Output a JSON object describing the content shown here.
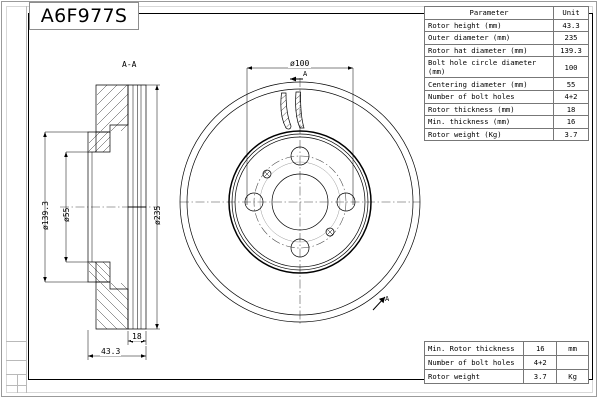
{
  "drawing": {
    "part_number": "A6F977S",
    "section_label": "A-A",
    "section_mark_top": "A",
    "section_mark_bottom": "A"
  },
  "section_view_labels": {
    "hat_diameter": "ø139.3",
    "centering_diameter": "ø55",
    "outer_diameter": "ø235",
    "thickness": "18",
    "height": "43.3"
  },
  "face_view_labels": {
    "bolt_circle_diameter": "ø100"
  },
  "param_table": {
    "header": {
      "name": "Parameter",
      "unit": "Unit"
    },
    "rows": [
      {
        "name": "Rotor height (mm)",
        "value": "43.3"
      },
      {
        "name": "Outer diameter (mm)",
        "value": "235"
      },
      {
        "name": "Rotor hat diameter (mm)",
        "value": "139.3"
      },
      {
        "name": "Bolt hole circle diameter (mm)",
        "value": "100"
      },
      {
        "name": "Centering diameter (mm)",
        "value": "55"
      },
      {
        "name": "Number of bolt holes",
        "value": "4+2"
      },
      {
        "name": "Rotor thickness (mm)",
        "value": "18"
      },
      {
        "name": "Min. thickness (mm)",
        "value": "16"
      },
      {
        "name": "Rotor weight (Kg)",
        "value": "3.7"
      }
    ]
  },
  "bottom_table": {
    "rows": [
      {
        "name": "Min. Rotor thickness",
        "value": "16",
        "unit": "mm"
      },
      {
        "name": "Number of bolt holes",
        "value": "4+2",
        "unit": ""
      },
      {
        "name": "Rotor weight",
        "value": "3.7",
        "unit": "Kg"
      }
    ]
  }
}
